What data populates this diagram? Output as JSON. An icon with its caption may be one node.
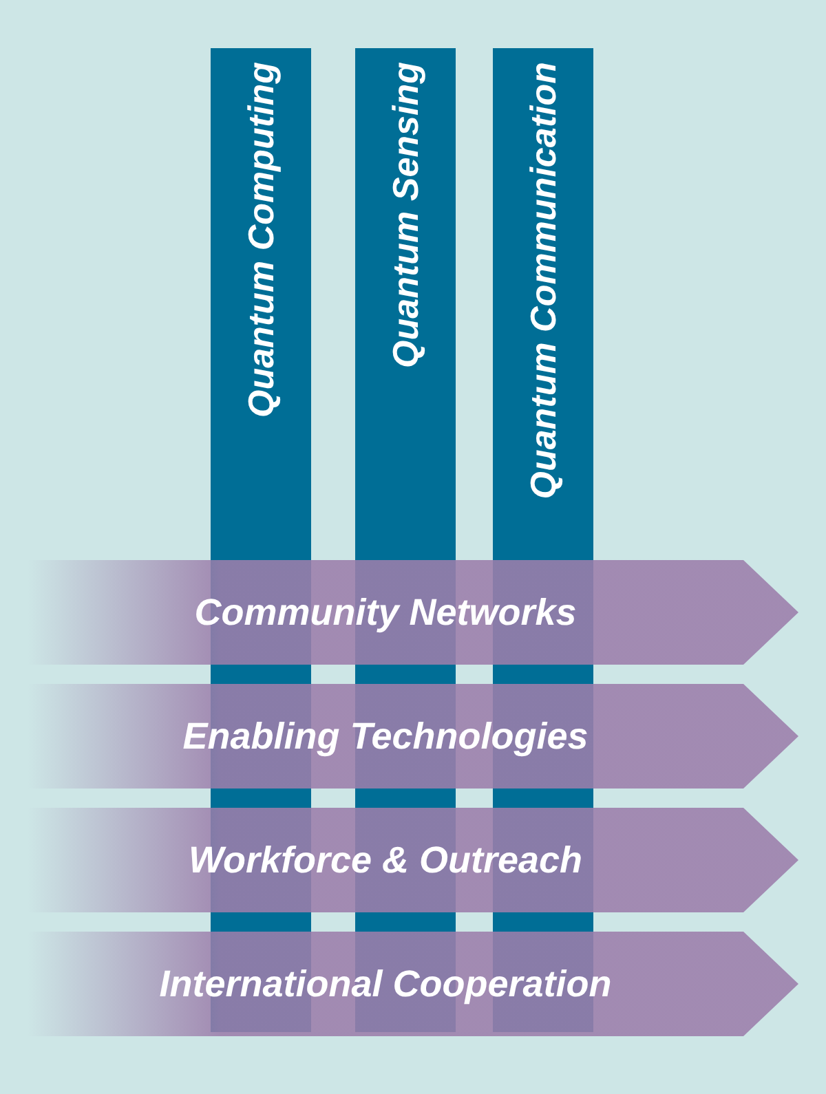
{
  "diagram": {
    "nodes": [
      {
        "text": [
          "Quantum Computing"
        ]
      },
      {
        "text": [
          "Quantum Sensing"
        ]
      },
      {
        "text": [
          "Quantum Communication"
        ]
      },
      {
        "text": [
          "Community Networks"
        ]
      },
      {
        "text": [
          "Enabling Technologies"
        ]
      },
      {
        "text": [
          "Workforce & Outreach"
        ]
      },
      {
        "text": [
          "International Cooperation"
        ]
      }
    ]
  }
}
